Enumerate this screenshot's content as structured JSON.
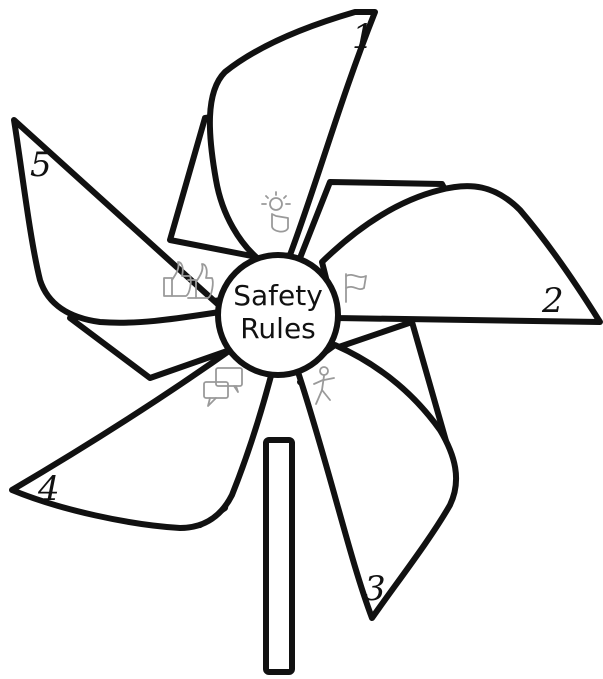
{
  "hub": {
    "line1": "Safety",
    "line2": "Rules"
  },
  "blades": [
    {
      "number": "1",
      "icon": "lightbulb-hand-icon"
    },
    {
      "number": "2",
      "icon": "flag-icon"
    },
    {
      "number": "3",
      "icon": "walking-person-icon"
    },
    {
      "number": "4",
      "icon": "speech-bubbles-icon"
    },
    {
      "number": "5",
      "icon": "thumbs-up-icon"
    }
  ],
  "colors": {
    "ink": "#111111",
    "icon": "#9a9a9a",
    "background": "#ffffff"
  }
}
